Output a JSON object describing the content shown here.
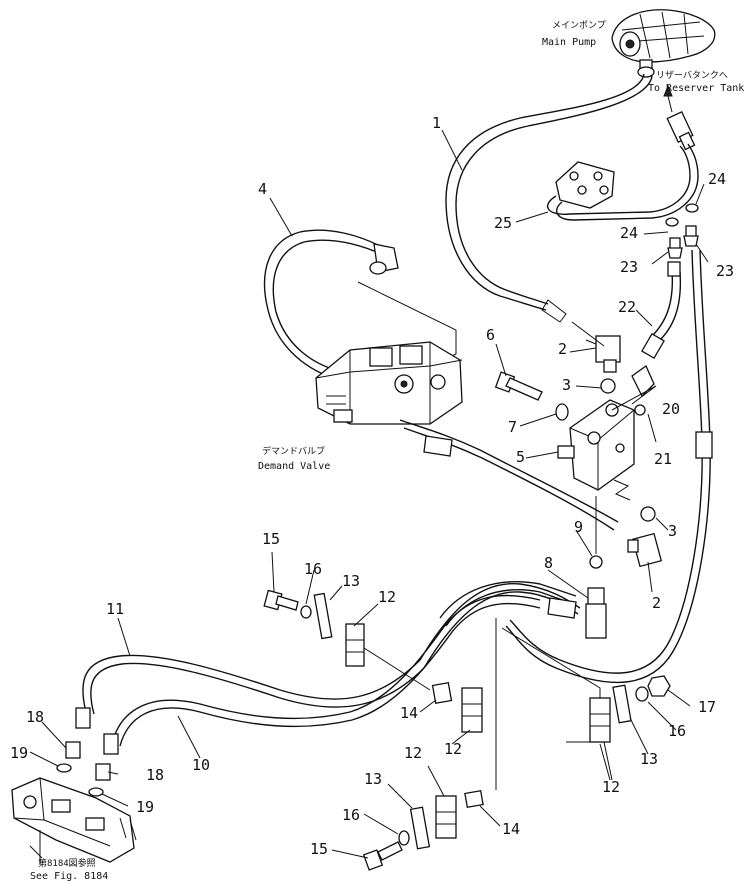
{
  "captions": {
    "main_pump_jp": "メインポンプ",
    "main_pump_en": "Main Pump",
    "reserver_tank_jp": "リザーバタンクへ",
    "reserver_tank_en": "To Reserver Tank",
    "demand_valve_jp": "デマンドバルブ",
    "demand_valve_en": "Demand Valve",
    "see_fig_jp": "第8184図参照",
    "see_fig_en": "See Fig. 8184"
  },
  "part_numbers": {
    "p1": "1",
    "p2a": "2",
    "p2b": "2",
    "p3a": "3",
    "p3b": "3",
    "p4": "4",
    "p5": "5",
    "p6": "6",
    "p7": "7",
    "p8": "8",
    "p9": "9",
    "p10": "10",
    "p11": "11",
    "p12a": "12",
    "p12b": "12",
    "p12c": "12",
    "p12d": "12",
    "p13a": "13",
    "p13b": "13",
    "p13c": "13",
    "p14a": "14",
    "p14b": "14",
    "p15a": "15",
    "p15b": "15",
    "p16a": "16",
    "p16b": "16",
    "p16c": "16",
    "p17": "17",
    "p18a": "18",
    "p18b": "18",
    "p19a": "19",
    "p19b": "19",
    "p20": "20",
    "p21": "21",
    "p22": "22",
    "p23a": "23",
    "p23b": "23",
    "p24a": "24",
    "p24b": "24",
    "p25": "25"
  }
}
